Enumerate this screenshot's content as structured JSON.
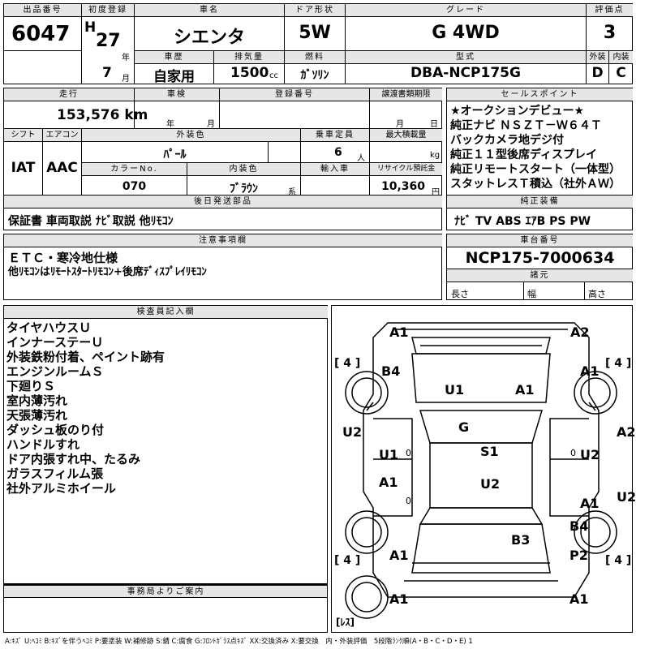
{
  "lot": {
    "label": "出品番号",
    "value": "6047"
  },
  "first_reg": {
    "label": "初度登録",
    "era": "H",
    "year": "27",
    "year_unit": "年",
    "month": "7",
    "month_unit": "月"
  },
  "car_name": {
    "label": "車名",
    "value": "シエンタ"
  },
  "doors": {
    "label": "ドア形状",
    "value": "5W"
  },
  "grade": {
    "label": "グレード",
    "value": "G 4WD"
  },
  "score": {
    "label": "評価点",
    "value": "3"
  },
  "history": {
    "label": "車歴",
    "value": "自家用"
  },
  "displacement": {
    "label": "排気量",
    "value": "1500",
    "unit": "cc"
  },
  "fuel": {
    "label": "燃料",
    "value": "ｶﾞｿﾘﾝ"
  },
  "model": {
    "label": "型式",
    "value": "DBA-NCP175G"
  },
  "exterior_grade": {
    "label": "外装",
    "value": "D"
  },
  "interior_grade": {
    "label": "内装",
    "value": "C"
  },
  "mileage": {
    "label": "走行",
    "value": "153,576 km"
  },
  "inspection": {
    "label": "車検",
    "year_unit": "年",
    "month_unit": "月"
  },
  "reg_no": {
    "label": "登録番号"
  },
  "transfer": {
    "label": "譲渡書類期限",
    "month_unit": "月",
    "day_unit": "日"
  },
  "shift": {
    "label": "シフト",
    "value": "IAT"
  },
  "aircon": {
    "label": "エアコン",
    "value": "AAC"
  },
  "ext_color": {
    "label": "外装色",
    "value": "ﾊﾟｰﾙ"
  },
  "capacity": {
    "label": "乗車定員",
    "value": "6",
    "unit": "人"
  },
  "max_load": {
    "label": "最大積載量",
    "unit": "kg"
  },
  "color_no": {
    "label": "カラーNo.",
    "value": "070"
  },
  "int_color": {
    "label": "内装色",
    "value": "ﾌﾞﾗｳﾝ",
    "unit": "系"
  },
  "import": {
    "label": "輸入車"
  },
  "recycle": {
    "label": "リサイクル預託金",
    "value": "10,360",
    "unit": "円"
  },
  "sales_points": {
    "label": "セールスポイント",
    "items": [
      "★オークションデビュー★",
      "純正ナビ ＮＳＺＴ－Ｗ６４Ｔ",
      "バックカメラ地デジ付",
      "純正１１型後席ディスプレイ",
      "純正リモートスタート（一体型）",
      "スタットレスＴ積込（社外ＡＷ）"
    ]
  },
  "later_parts": {
    "label": "後日発送部品",
    "value": "保証書 車両取説 ﾅﾋﾞ取説 他ﾘﾓｺﾝ"
  },
  "equipment": {
    "label": "純正装備",
    "value": "ﾅﾋﾞ  TV  ABS  ｴｱB  PS  PW"
  },
  "notes": {
    "label": "注意事項欄",
    "lines": [
      "ＥＴＣ・寒冷地仕様",
      "他ﾘﾓｺﾝはﾘﾓｰﾄｽﾀｰﾄﾘﾓｺﾝ+後席ﾃﾞｨｽﾌﾟﾚｲﾘﾓｺﾝ"
    ]
  },
  "chassis": {
    "label": "車台番号",
    "value": "NCP175-7000634"
  },
  "specs": {
    "label": "諸元",
    "length": "長さ",
    "width": "幅",
    "height": "高さ"
  },
  "inspector": {
    "label": "検査員記入欄",
    "lines": [
      "タイヤハウスＵ",
      "インナーステーＵ",
      "外装鉄粉付着、ペイント跡有",
      "エンジンルームＳ",
      "下廻りＳ",
      "室内薄汚れ",
      "天張薄汚れ",
      "ダッシュ板のり付",
      "ハンドルすれ",
      "ドア内張すれ中、たるみ",
      "ガラスフィルム張",
      "社外アルミホイール"
    ]
  },
  "office": {
    "label": "事務局よりご案内"
  },
  "diagram": {
    "marks": [
      "A1",
      "A2",
      "B4",
      "U1",
      "A1",
      "A1",
      "U2",
      "G",
      "A2",
      "U1",
      "S1",
      "U2",
      "A1",
      "U2",
      "A1",
      "U2",
      "B4",
      "B3",
      "A1",
      "P2",
      "A1",
      "A1"
    ],
    "tires": [
      "[ 4 ]",
      "[ 4 ]",
      "[ 4 ]",
      "[ 4 ]",
      "[ﾚｽ]"
    ],
    "zeros": [
      "0",
      "0",
      "0"
    ]
  },
  "legend": "A:ｷｽﾞ U:ﾍｺﾐ B:ｷｽﾞを伴うﾍｺﾐ P:要塗装 W:補修跡 S:錆 C:腐食 G:ﾌﾛﾝﾄｶﾞﾗｽ点ｷｽﾞ XX:交換済み X:要交換　内・外装評価　5段階ﾗﾝｸ順(A・B・C・D・E) 1"
}
